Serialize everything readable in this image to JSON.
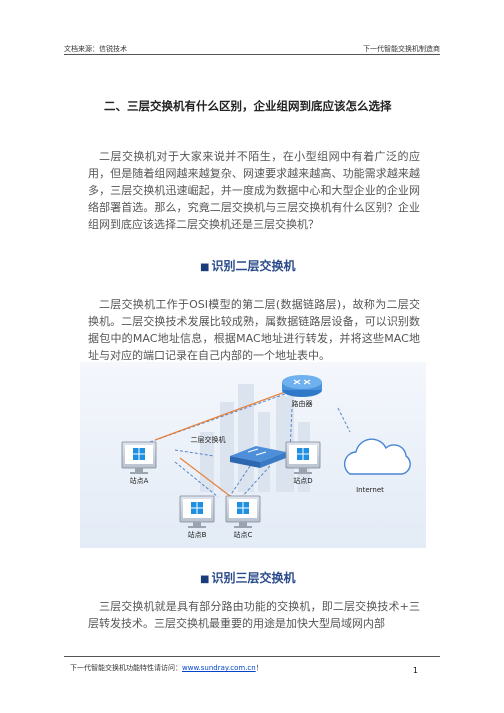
{
  "header": {
    "left": "文档来源：信锐技术",
    "right": "下一代智能交换机制造商"
  },
  "section_title": "二、三层交换机有什么区别，企业组网到底应该怎么选择",
  "paragraph1": "二层交换机对于大家来说并不陌生，在小型组网中有着广泛的应用，但是随着组网越来越复杂、网速要求越来越高、功能需求越来越多，三层交换机迅速崛起，并一度成为数据中心和大型企业的企业网络部署首选。那么，究竟二层交换机与三层交换机有什么区别？企业组网到底应该选择二层交换机还是三层交换机？",
  "heading1": "识别二层交换机",
  "paragraph2": "二层交换机工作于OSI模型的第二层(数据链路层)，故称为二层交换机。二层交换技术发展比较成熟，属数据链路层设备，可以识别数据包中的MAC地址信息，根据MAC地址进行转发，并将这些MAC地址与对应的端口记录在自己内部的一个地址表中。",
  "diagram": {
    "router_label": "路由器",
    "switch_label": "二层交换机",
    "internet_label": "Internet",
    "site_a": "站点A",
    "site_b": "站点B",
    "site_c": "站点C",
    "site_d": "站点D"
  },
  "heading2": "识别三层交换机",
  "paragraph3": "三层交换机就是具有部分路由功能的交换机，即二层交换技术+三层转发技术。三层交换机最重要的用途是加快大型局域网内部",
  "footer": {
    "prefix": "下一代智能交换机功能特性请访问：",
    "link": "www.sundray.com.cn",
    "suffix": "！",
    "page": "1"
  },
  "colors": {
    "heading": "#2a4a8a",
    "link": "#0044cc",
    "diagram_bg": "#eef3fa",
    "windows_blue": "#1e8fe1"
  }
}
